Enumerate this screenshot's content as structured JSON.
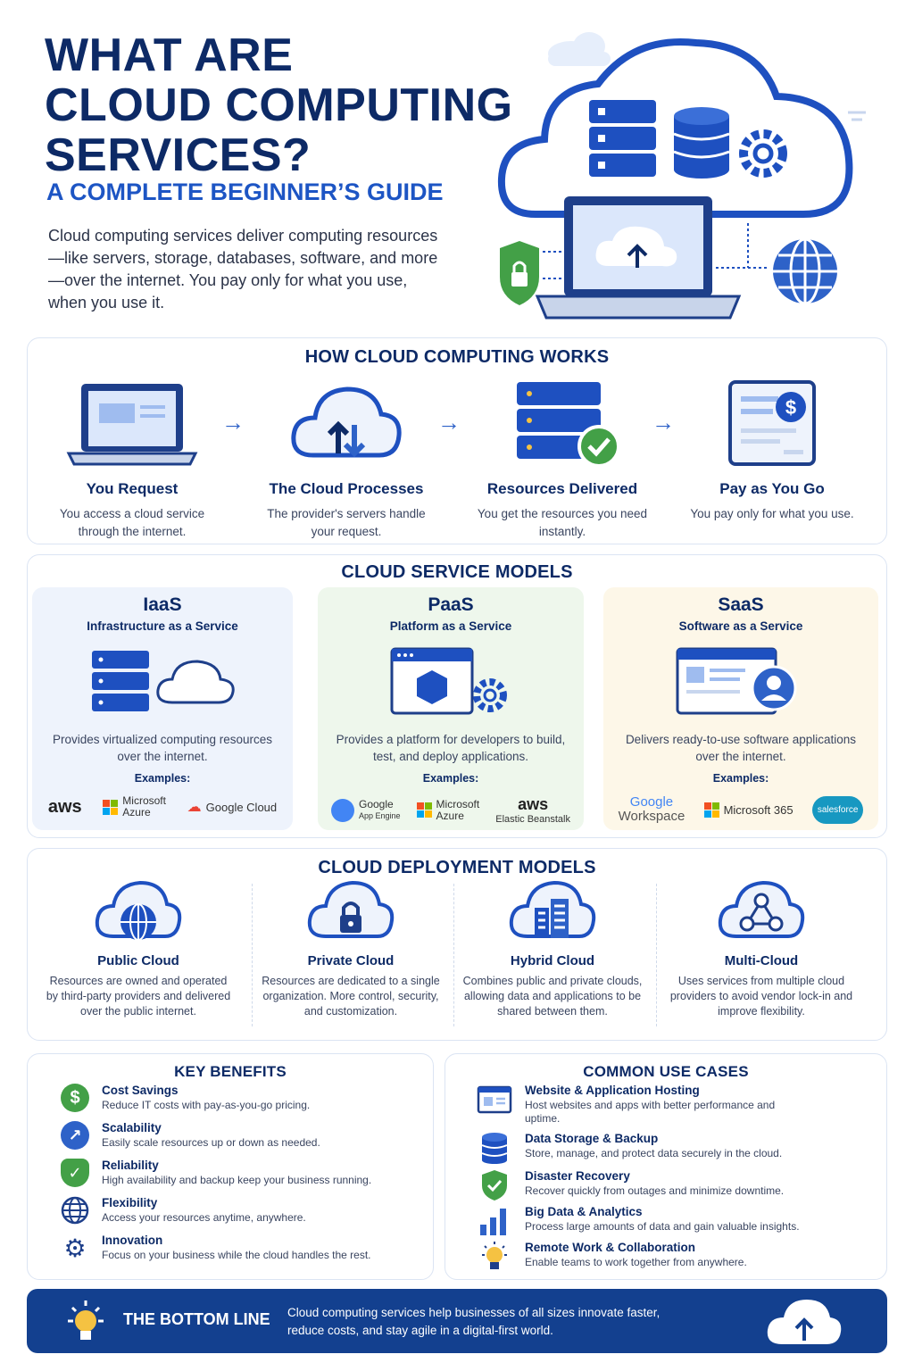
{
  "hero": {
    "title_lines": [
      "WHAT ARE",
      "CLOUD COMPUTING",
      "SERVICES?"
    ],
    "subtitle": "A COMPLETE BEGINNER’S GUIDE",
    "description": "Cloud computing services deliver computing resources—like servers, storage, databases, software, and more—over the internet. You pay only for what you use, when you use it."
  },
  "how_it_works": {
    "title": "HOW CLOUD COMPUTING WORKS",
    "steps": [
      {
        "title": "You Request",
        "desc": "You access a cloud service through the internet.",
        "icon": "laptop-icon"
      },
      {
        "title": "The Cloud Processes",
        "desc": "The provider's servers handle your request.",
        "icon": "cloud-sync-icon"
      },
      {
        "title": "Resources Delivered",
        "desc": "You get the resources you need instantly.",
        "icon": "server-check-icon"
      },
      {
        "title": "Pay as You Go",
        "desc": "You pay only for what you use.",
        "icon": "invoice-dollar-icon"
      }
    ]
  },
  "service_models": {
    "title": "CLOUD SERVICE MODELS",
    "models": [
      {
        "name": "IaaS",
        "full": "Infrastructure as a Service",
        "desc": "Provides virtualized computing resources over the internet.",
        "examples_label": "Examples:",
        "examples": [
          "aws",
          "Microsoft Azure",
          "Google Cloud"
        ]
      },
      {
        "name": "PaaS",
        "full": "Platform as a Service",
        "desc": "Provides a platform for developers to build, test, and deploy applications.",
        "examples_label": "Examples:",
        "examples": [
          "Google App Engine",
          "Microsoft Azure",
          "aws Elastic Beanstalk"
        ]
      },
      {
        "name": "SaaS",
        "full": "Software as a Service",
        "desc": "Delivers ready-to-use software applications over the internet.",
        "examples_label": "Examples:",
        "examples": [
          "Google Workspace",
          "Microsoft 365",
          "salesforce"
        ]
      }
    ],
    "logo_text": {
      "aws": "aws",
      "microsoft": "Microsoft",
      "azure": "Azure",
      "google_cloud": "Google Cloud",
      "google": "Google",
      "app_engine": "App Engine",
      "elastic_beanstalk": "Elastic Beanstalk",
      "workspace": "Workspace",
      "microsoft_365": "Microsoft 365",
      "salesforce": "salesforce"
    }
  },
  "deployment_models": {
    "title": "CLOUD DEPLOYMENT MODELS",
    "models": [
      {
        "title": "Public Cloud",
        "desc": "Resources are owned and operated by third-party providers and delivered over the public internet.",
        "icon": "cloud-globe-icon"
      },
      {
        "title": "Private Cloud",
        "desc": "Resources are dedicated to a single organization. More control, security, and customization.",
        "icon": "cloud-lock-icon"
      },
      {
        "title": "Hybrid Cloud",
        "desc": "Combines public and private clouds, allowing data and applications to be shared between them.",
        "icon": "cloud-building-icon"
      },
      {
        "title": "Multi-Cloud",
        "desc": "Uses services from multiple cloud providers to avoid vendor lock-in and improve flexibility.",
        "icon": "cloud-network-icon"
      }
    ]
  },
  "benefits": {
    "title": "KEY BENEFITS",
    "items": [
      {
        "title": "Cost Savings",
        "desc": "Reduce IT costs with pay-as-you-go pricing.",
        "icon": "dollar-icon",
        "glyph": "$"
      },
      {
        "title": "Scalability",
        "desc": "Easily scale resources up or down as needed.",
        "icon": "chart-up-icon",
        "glyph": "↗"
      },
      {
        "title": "Reliability",
        "desc": "High availability and backup keep your business running.",
        "icon": "shield-check-icon",
        "glyph": "✓"
      },
      {
        "title": "Flexibility",
        "desc": "Access your resources anytime, anywhere.",
        "icon": "globe-icon",
        "glyph": ""
      },
      {
        "title": "Innovation",
        "desc": "Focus on your business while the cloud handles the rest.",
        "icon": "gear-icon",
        "glyph": "⚙"
      }
    ]
  },
  "use_cases": {
    "title": "COMMON USE CASES",
    "items": [
      {
        "title": "Website & Application Hosting",
        "desc": "Host websites and apps with better performance and uptime.",
        "icon": "browser-icon"
      },
      {
        "title": "Data Storage & Backup",
        "desc": "Store, manage, and protect data securely in the cloud.",
        "icon": "database-icon"
      },
      {
        "title": "Disaster Recovery",
        "desc": "Recover quickly from outages and minimize downtime.",
        "icon": "shield-check-icon"
      },
      {
        "title": "Big Data & Analytics",
        "desc": "Process large amounts of data and gain valuable insights.",
        "icon": "bar-chart-icon"
      },
      {
        "title": "Remote Work & Collaboration",
        "desc": "Enable teams to work together from anywhere.",
        "icon": "lightbulb-icon"
      }
    ]
  },
  "bottom_line": {
    "title": "THE BOTTOM LINE",
    "text": "Cloud computing services help businesses of all sizes innovate faster, reduce costs, and stay agile in a digital-first world."
  },
  "colors": {
    "navy": "#0d2a66",
    "blue": "#2e62c8",
    "green": "#43a047",
    "iaas_bg": "#eef3fc",
    "paas_bg": "#eef7ec",
    "saas_bg": "#fdf7e8"
  }
}
